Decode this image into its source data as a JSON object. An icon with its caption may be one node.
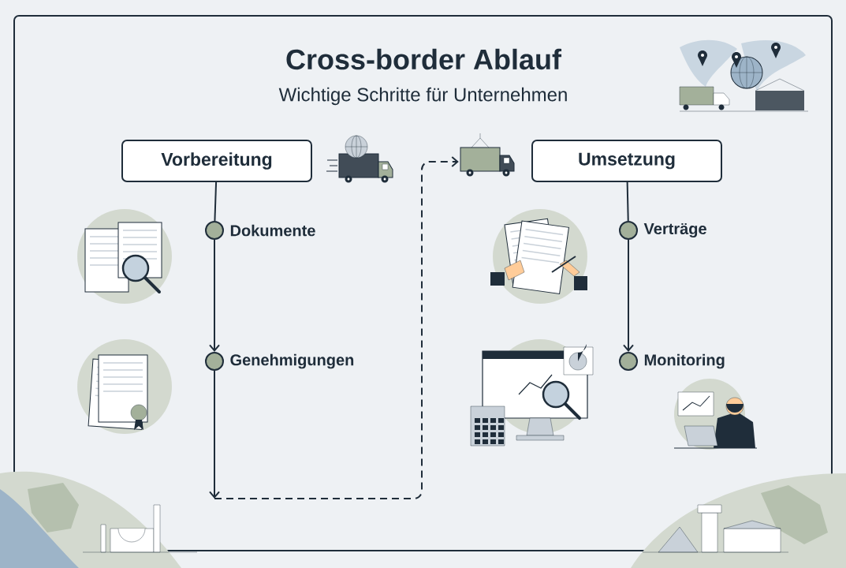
{
  "diagram": {
    "title": "Cross-border Ablauf",
    "nodes": [
      {
        "text": [
          "Vorbereitung"
        ]
      },
      {
        "text": [],
        "shape": "picture"
      },
      {
        "text": [
          "Umsetzung"
        ]
      },
      {
        "text": [
          "Dokumente"
        ]
      },
      {
        "text": [
          "Genehmigungen"
        ]
      },
      {
        "text": [
          "Verträge"
        ]
      },
      {
        "text": [
          "Monitoring"
        ]
      }
    ],
    "edges": [
      {
        "from": 0,
        "to": 3,
        "arrow": "none"
      },
      {
        "from": 3,
        "to": 4,
        "arrow": "to"
      },
      {
        "from": 4,
        "to": 1,
        "arrow": "to",
        "style": "dashed"
      },
      {
        "from": 2,
        "to": 5,
        "arrow": "none"
      },
      {
        "from": 5,
        "to": 6,
        "arrow": "to"
      }
    ],
    "labels": [
      "Wichtige Schritte für Unternehmen"
    ]
  }
}
